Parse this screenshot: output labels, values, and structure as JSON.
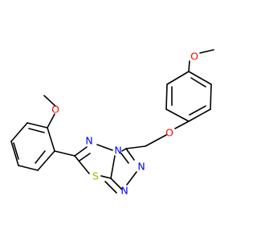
{
  "diagram": {
    "type": "chemical-structure",
    "background": "#ffffff",
    "colors": {
      "bond": "#000000",
      "oxygen": "#ff0000",
      "nitrogen": "#0000ff",
      "sulfur": "#b2b200"
    },
    "atom_labels": {
      "o_top": "O",
      "o_left": "O",
      "o_link": "O",
      "n_upper": "N",
      "n_bridge": "N",
      "n_right": "N",
      "n_lower": "N",
      "s_ring": "S"
    }
  }
}
